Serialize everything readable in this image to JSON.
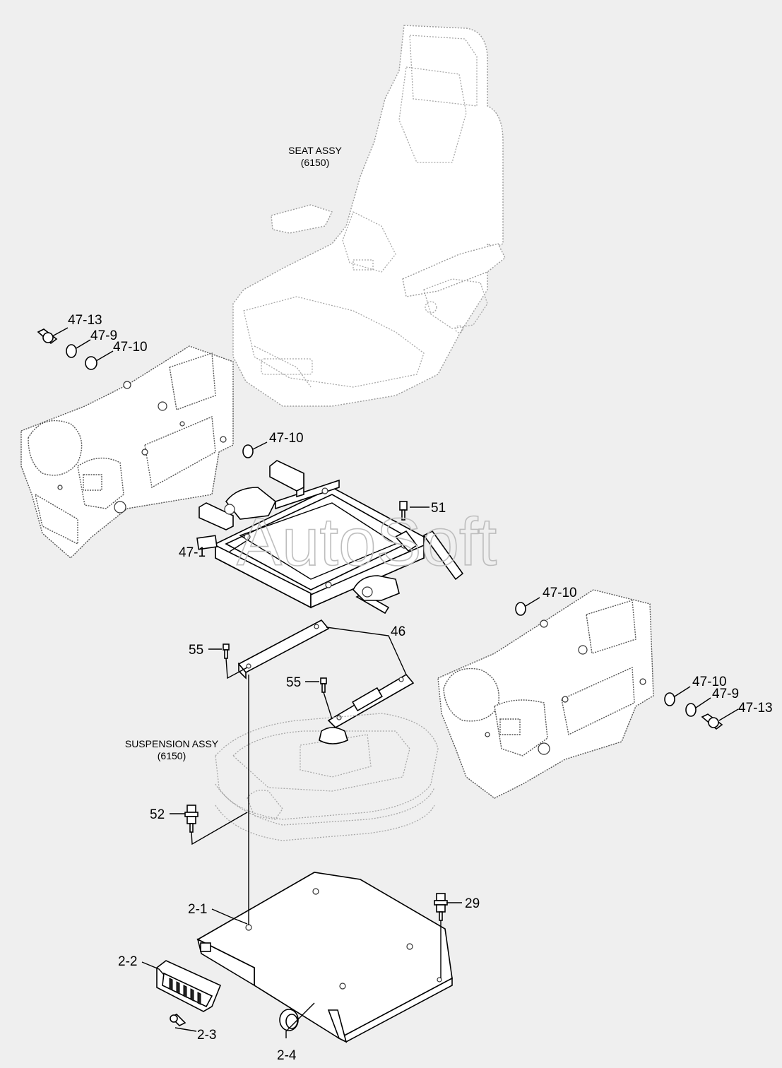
{
  "watermark": "AutoSoft",
  "assemblies": {
    "seat": {
      "name": "SEAT ASSY",
      "code": "(6150)"
    },
    "suspension": {
      "name": "SUSPENSION ASSY",
      "code": "(6150)"
    }
  },
  "labels": {
    "p47_13_left": "47-13",
    "p47_9_left": "47-9",
    "p47_10_left_top": "47-10",
    "p47_10_left_mid": "47-10",
    "p51": "51",
    "p47_1": "47-1",
    "p47_10_right_mid": "47-10",
    "p46": "46",
    "p55_left": "55",
    "p55_mid": "55",
    "p47_10_right": "47-10",
    "p47_9_right": "47-9",
    "p47_13_right": "47-13",
    "p52": "52",
    "p2_1": "2-1",
    "p29": "29",
    "p2_2": "2-2",
    "p2_3": "2-3",
    "p2_4": "2-4"
  }
}
